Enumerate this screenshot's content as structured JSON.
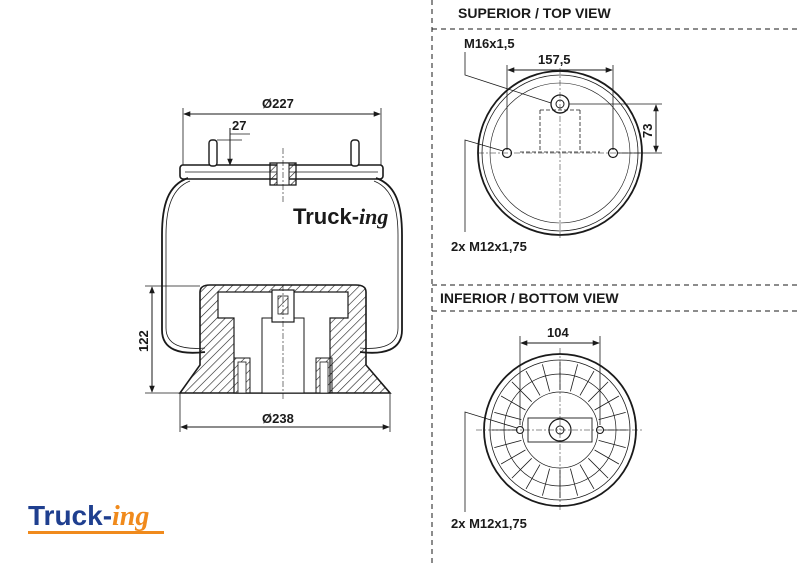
{
  "side_view": {
    "dim_top_diameter": "Ø227",
    "dim_stud_height": "27",
    "dim_height": "122",
    "dim_bottom_diameter": "Ø238",
    "watermark": {
      "main": "Truck-",
      "suffix": "ing"
    }
  },
  "top_view": {
    "title": "SUPERIOR / TOP VIEW",
    "thread_main": "M16x1,5",
    "dim_spacing": "157,5",
    "dim_offset": "73",
    "thread_holes": "2x M12x1,75"
  },
  "bottom_view": {
    "title": "INFERIOR / BOTTOM VIEW",
    "dim_spacing": "104",
    "thread_holes": "2x M12x1,75"
  },
  "logo": {
    "main": "Truck-",
    "suffix": "ing"
  },
  "colors": {
    "ink": "#1a1a1a",
    "brand_blue": "#1f3f8f",
    "brand_orange": "#f08a1c"
  }
}
